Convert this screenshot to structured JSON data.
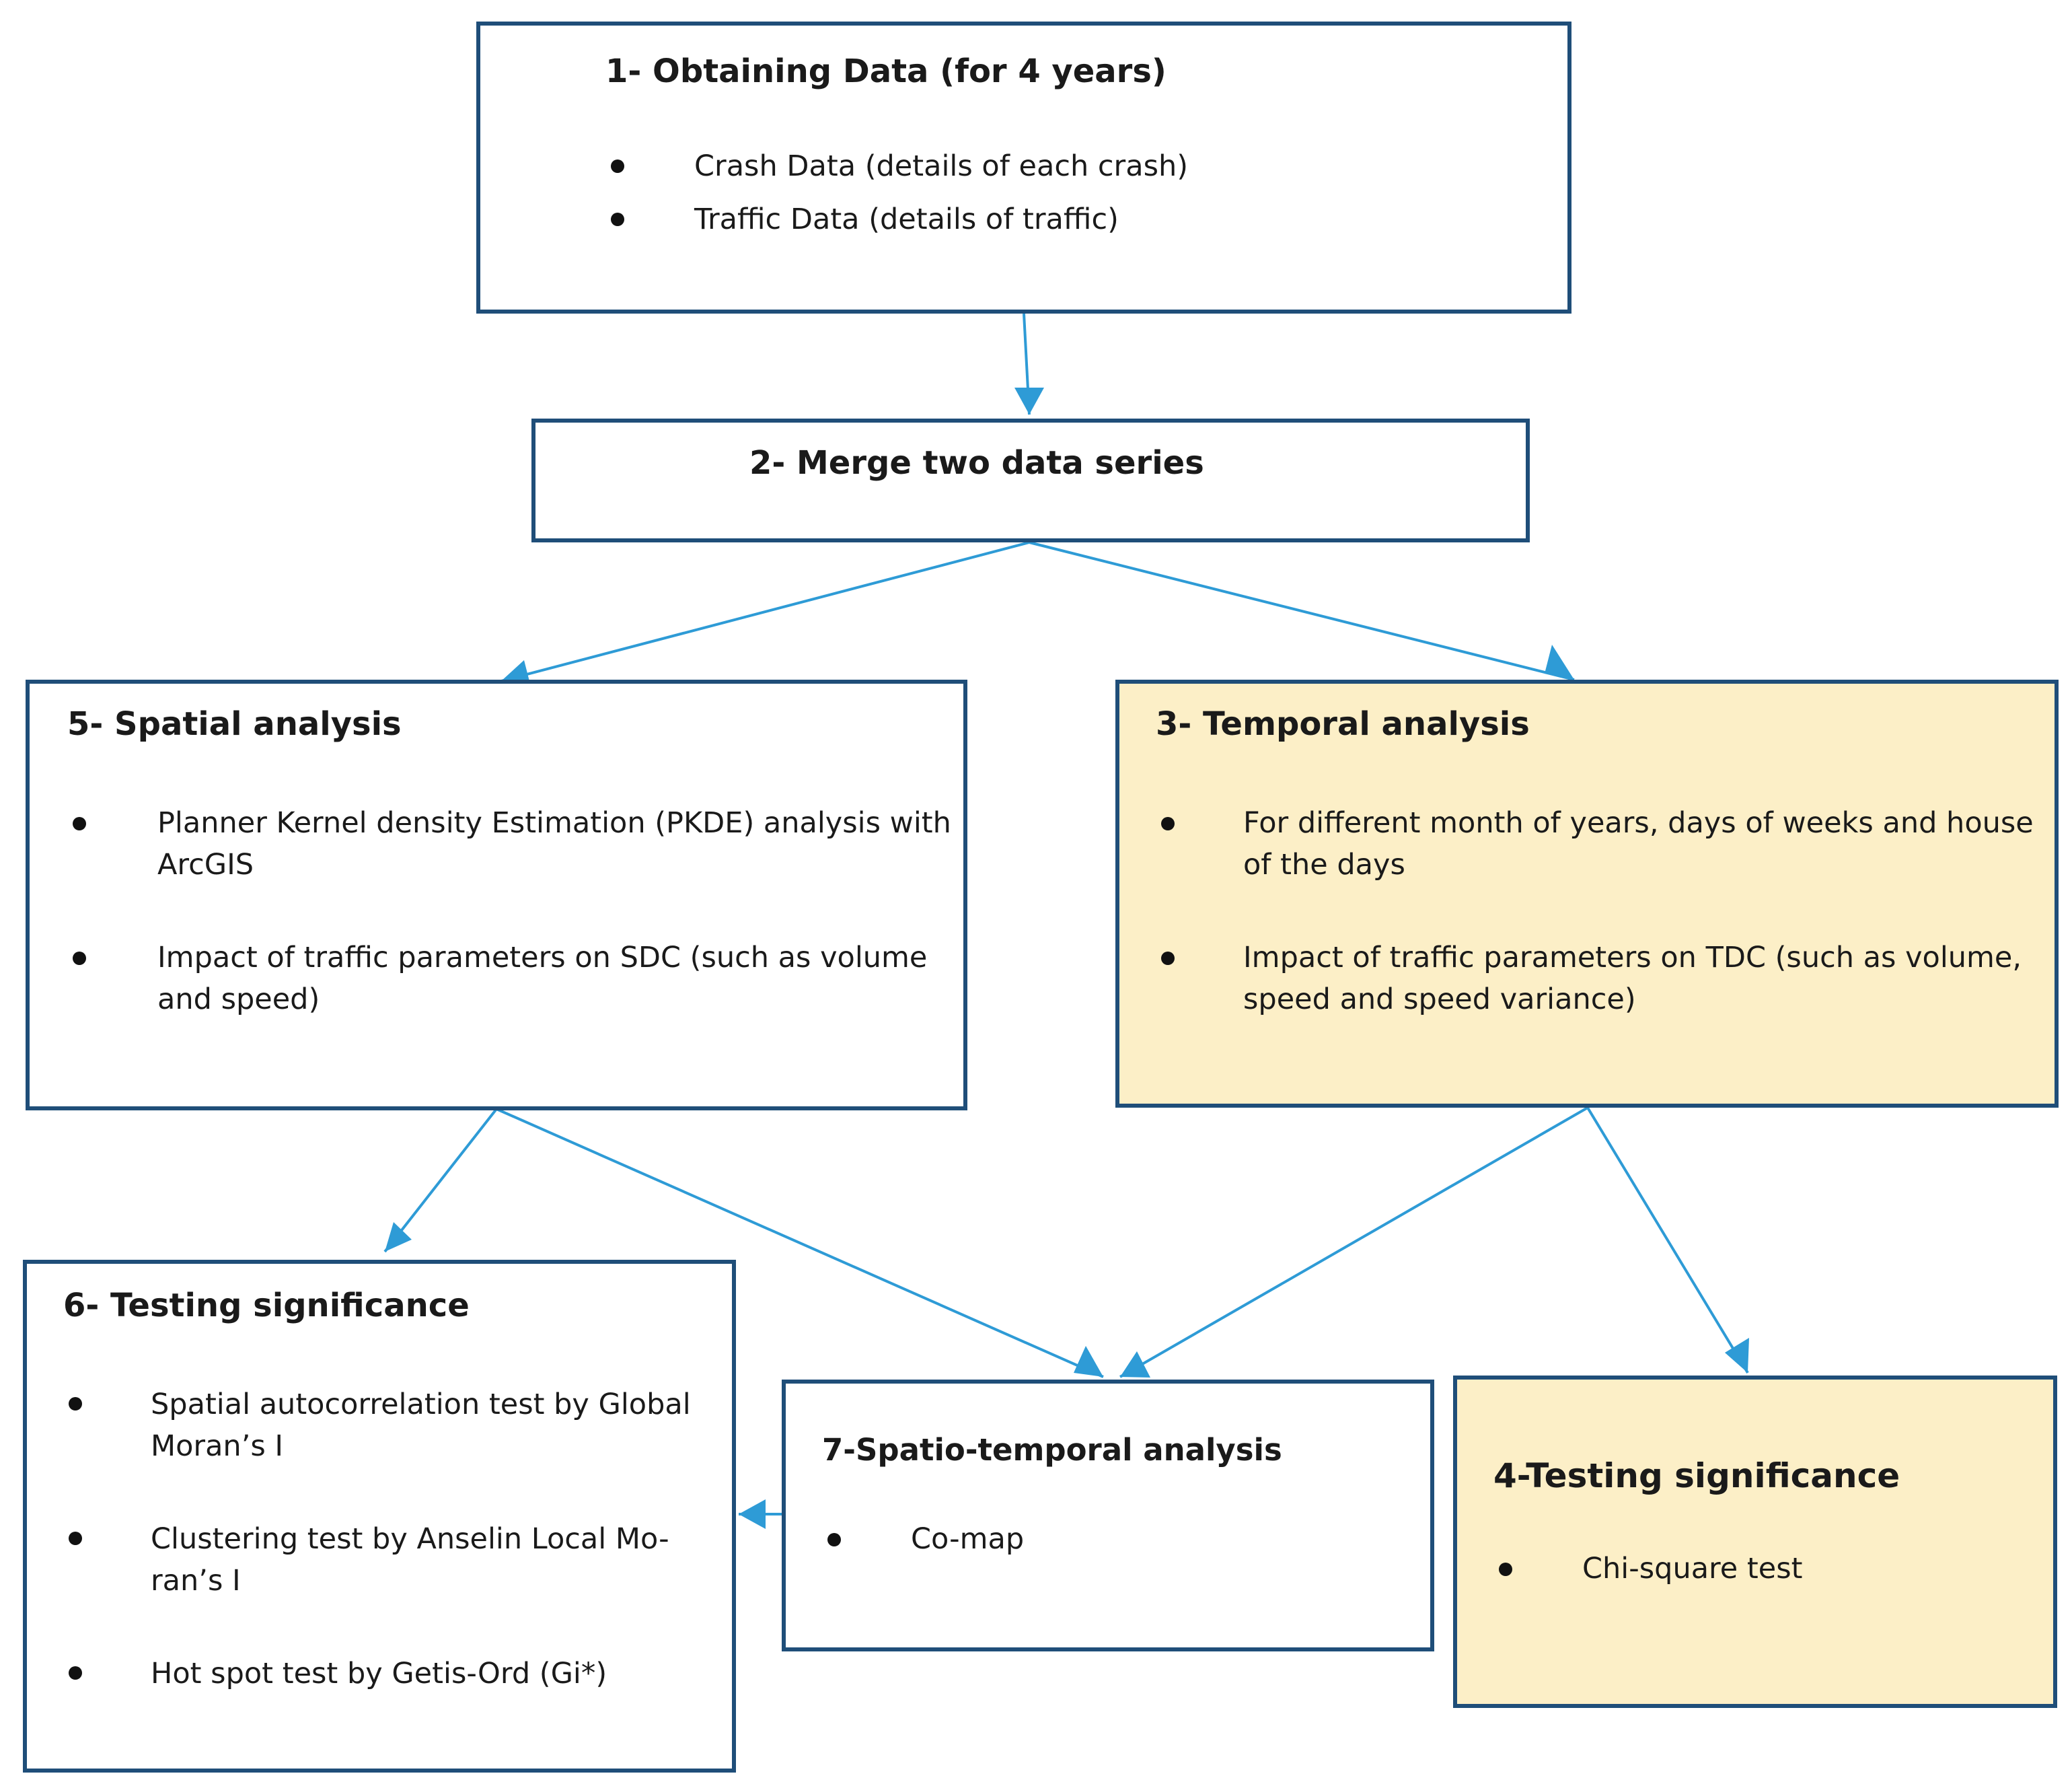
{
  "colors": {
    "box_border": "#1f4e79",
    "arrow": "#2e9bd6",
    "highlight_fill": "#fcefc7"
  },
  "steps": {
    "obtain": {
      "title": "1- Obtaining Data (for 4 years)",
      "items": [
        "Crash Data (details of each crash)",
        "Traffic Data (details of traffic)"
      ]
    },
    "merge": {
      "title": "2- Merge two data series"
    },
    "temporal": {
      "title": "3- Temporal analysis",
      "items": [
        [
          "For different month of years, days of weeks and house",
          "of the days"
        ],
        [
          "Impact of traffic parameters on TDC (such as volume,",
          "speed and speed variance)"
        ]
      ]
    },
    "testing4": {
      "title": "4-Testing significance",
      "items": [
        "Chi-square test"
      ]
    },
    "spatial": {
      "title": "5- Spatial analysis",
      "items": [
        [
          "Planner Kernel density Estimation (PKDE) analysis with",
          "ArcGIS"
        ],
        [
          "Impact of traffic parameters on SDC (such as volume",
          "and speed)"
        ]
      ]
    },
    "testing6": {
      "title": "6- Testing significance",
      "items": [
        [
          "Spatial autocorrelation test by Global",
          "Moran’s I"
        ],
        [
          "Clustering test  by Anselin Local Mo-",
          "ran’s I"
        ],
        [
          "Hot spot test  by Getis-Ord (Gi*)"
        ]
      ]
    },
    "spatiotemporal": {
      "title": "7-Spatio-temporal analysis",
      "items": [
        "Co-map"
      ]
    }
  }
}
